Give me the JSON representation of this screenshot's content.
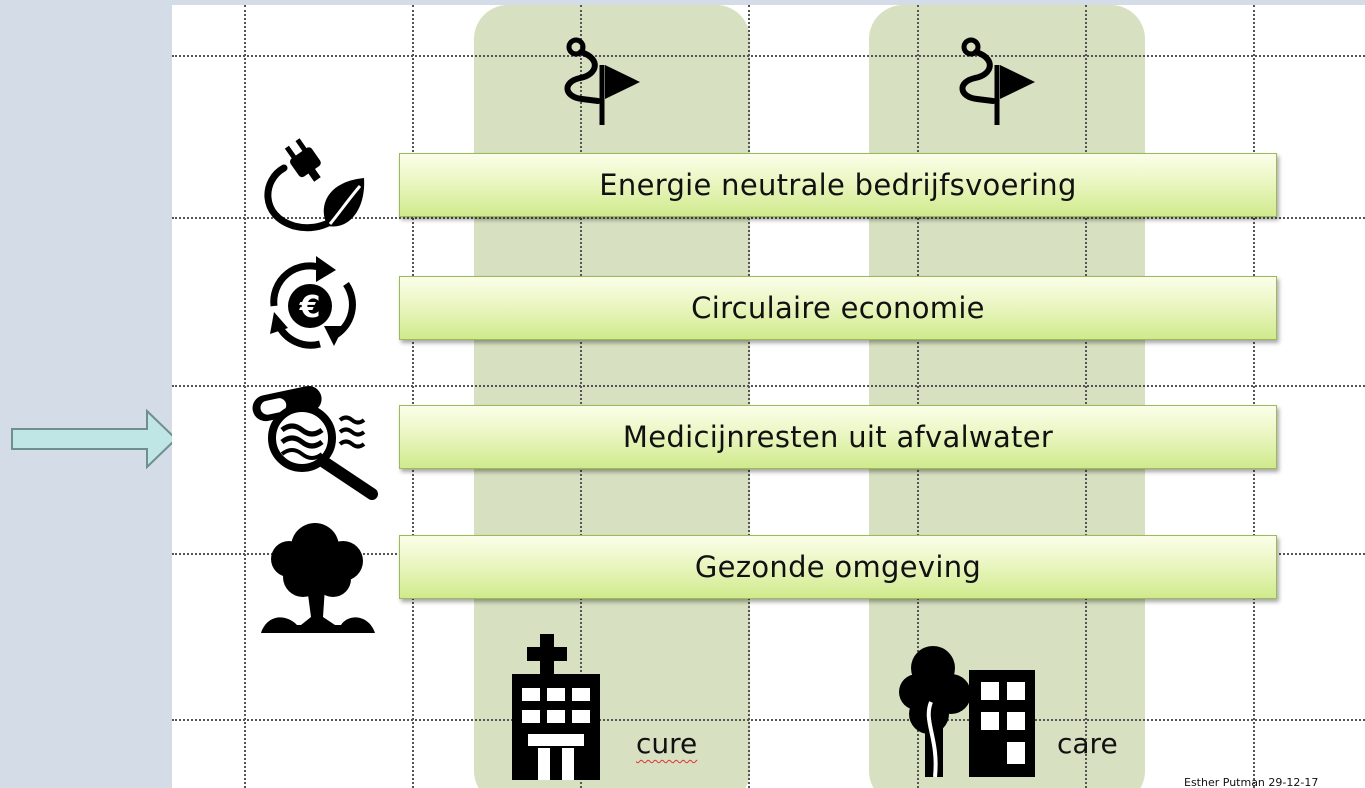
{
  "bars": [
    {
      "label": "Energie neutrale bedrijfsvoering",
      "icon": "plug-leaf-icon"
    },
    {
      "label": "Circulaire economie",
      "icon": "euro-recycle-icon"
    },
    {
      "label": "Medicijnresten uit afvalwater",
      "icon": "pill-water-magnifier-icon"
    },
    {
      "label": "Gezonde omgeving",
      "icon": "tree-icon"
    }
  ],
  "columns": {
    "cure": {
      "label": "cure",
      "icon": "hospital-icon",
      "top_icon": "route-flag-icon"
    },
    "care": {
      "label": "care",
      "icon": "tree-building-icon",
      "top_icon": "route-flag-icon"
    }
  },
  "footer": "Esther Putman 29-12-17",
  "pointer": {
    "icon": "right-arrow-icon",
    "target_bar": "Medicijnresten uit afvalwater"
  },
  "colors": {
    "background": "#d4dce8",
    "column": "#d7e0c0",
    "bar": "#d0ea8c",
    "arrow": "#bfe6e4"
  }
}
